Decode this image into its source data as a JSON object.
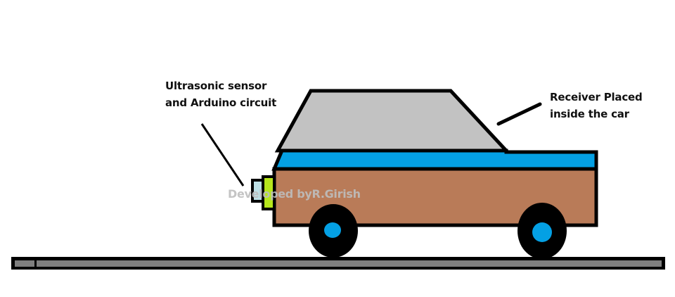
{
  "diagram": {
    "title": "Ultrasonic parking sensor car setup",
    "labels": {
      "sensor": [
        "Ultrasonic sensor",
        "and Arduino circuit"
      ],
      "receiver": [
        "Receiver Placed",
        "inside the car"
      ]
    },
    "watermark": "Developed byR.Girish",
    "colors": {
      "background": "#ffffff",
      "outline": "#000000",
      "car_body": "#b97b58",
      "car_stripe": "#04a0e4",
      "car_roof": "#c2c2c2",
      "wheel": "#000000",
      "hubcap": "#04a0e4",
      "sensor_module": "#bde0e6",
      "arduino_board": "#b6e61c",
      "road": "#7f7f7f",
      "text": "#111111",
      "watermark": "#bebebe"
    },
    "components": [
      "car-roof",
      "car-stripe",
      "car-body",
      "front-wheel",
      "rear-wheel",
      "ultrasonic-sensor",
      "arduino-board",
      "road"
    ]
  }
}
